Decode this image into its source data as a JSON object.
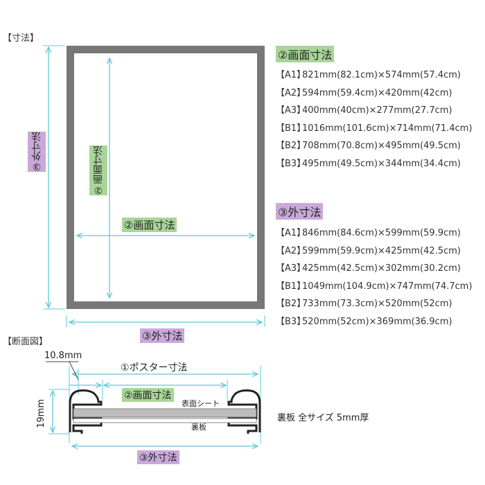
{
  "headers": {
    "dimensions": "【寸法】",
    "cross_section": "【断面図】"
  },
  "labels": {
    "screen_size": "②画面寸法",
    "outer_size": "③外寸法",
    "poster_size": "①ポスター寸法",
    "width_108": "10.8mm",
    "height_19": "19mm",
    "surface_sheet": "表面シート",
    "back_board": "裏板",
    "back_board_note": "裏板 全サイズ 5mm厚"
  },
  "screen_dims": [
    {
      "code": "【A1】",
      "value": "821mm(82.1cm)×574mm(57.4cm)"
    },
    {
      "code": "【A2】",
      "value": "594mm(59.4cm)×420mm(42cm)"
    },
    {
      "code": "【A3】",
      "value": "400mm(40cm)×277mm(27.7cm)"
    },
    {
      "code": "【B1】",
      "value": "1016mm(101.6cm)×714mm(71.4cm)"
    },
    {
      "code": "【B2】",
      "value": "708mm(70.8cm)×495mm(49.5cm)"
    },
    {
      "code": "【B3】",
      "value": "495mm(49.5cm)×344mm(34.4cm)"
    }
  ],
  "outer_dims": [
    {
      "code": "【A1】",
      "value": "846mm(84.6cm)×599mm(59.9cm)"
    },
    {
      "code": "【A2】",
      "value": "599mm(59.9cm)×425mm(42.5cm)"
    },
    {
      "code": "【A3】",
      "value": "425mm(42.5cm)×302mm(30.2cm)"
    },
    {
      "code": "【B1】",
      "value": "1049mm(104.9cm)×747mm(74.7cm)"
    },
    {
      "code": "【B2】",
      "value": "733mm(73.3cm)×520mm(52cm)"
    },
    {
      "code": "【B3】",
      "value": "520mm(52cm)×369mm(36.9cm)"
    }
  ],
  "colors": {
    "frame": "#777777",
    "arrow": "#5bc8dc",
    "green_tag": "#a9d59a",
    "purple_tag": "#c9a9d9"
  }
}
